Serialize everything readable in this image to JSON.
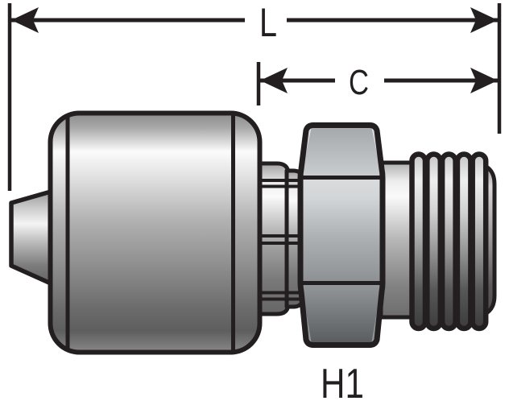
{
  "figure": {
    "background": "#ffffff",
    "stroke_color": "#231f20",
    "metal": {
      "highlight": "#fbfbfb",
      "mid_gray": "#a8a8a8",
      "dark_gray": "#5e5e5e"
    },
    "dimension_l": {
      "label": "L"
    },
    "dimension_c": {
      "label": "C"
    },
    "hex_dimension": {
      "label": "H1"
    },
    "components": [
      "hose-nipple-tip",
      "crimp-shell",
      "step-collar-rings",
      "hex-nut",
      "neck-cylinder",
      "male-thread-5-crests"
    ]
  }
}
